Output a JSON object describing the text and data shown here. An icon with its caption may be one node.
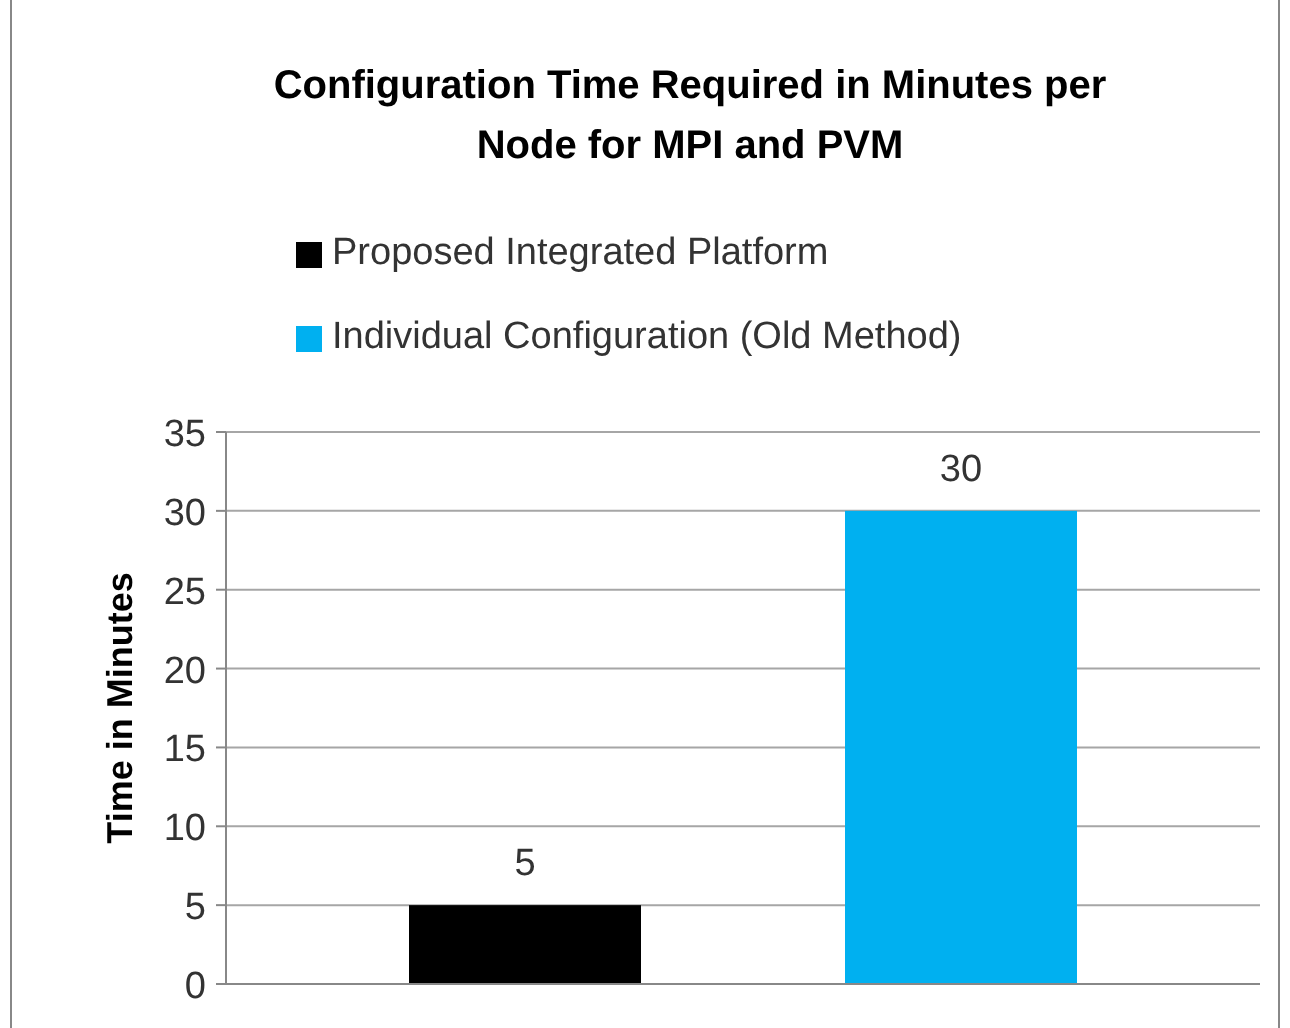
{
  "diagram": {
    "chart_data": {
      "type": "bar",
      "title": "Configuration Time Required in Minutes per Node for MPI and PVM",
      "ylabel": "Time in Minutes",
      "categories": [
        null
      ],
      "series": [
        {
          "name": "Proposed Integrated Platform",
          "color": "#000000",
          "values": [
            5
          ]
        },
        {
          "name": "Individual Configuration (Old Method)",
          "color": "#00b0f0",
          "values": [
            30
          ]
        }
      ],
      "grid": true,
      "legend": "top",
      "ylim": [
        0,
        35
      ],
      "yticks": [
        0,
        5,
        10,
        15,
        20,
        25,
        30,
        35
      ],
      "data_labels": true
    }
  }
}
